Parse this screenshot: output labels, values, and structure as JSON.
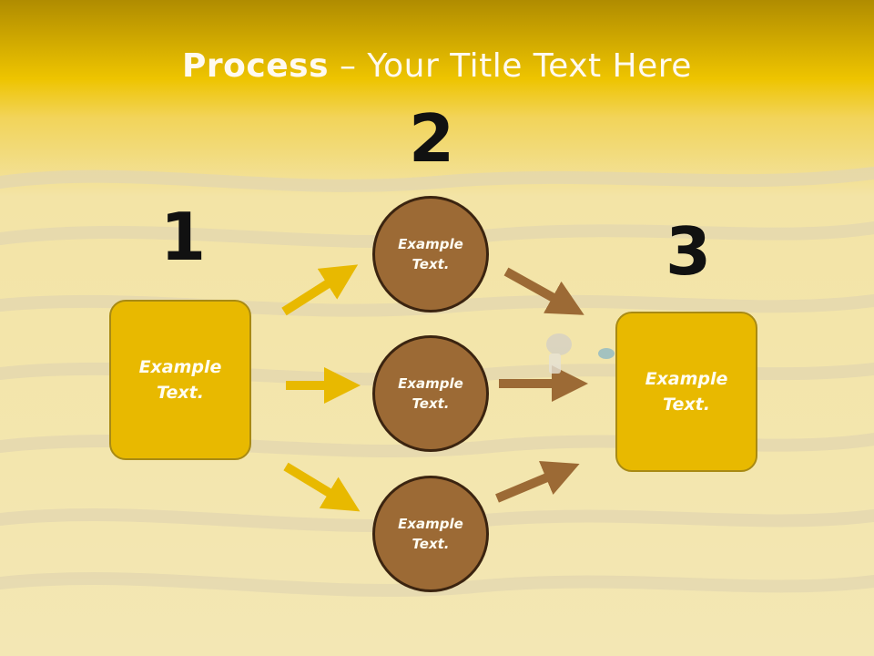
{
  "slide": {
    "title_bold": "Process",
    "title_rest": " – Your Title Text Here",
    "numbers": [
      "1",
      "2",
      "3"
    ],
    "box1_text": "Example\nText.",
    "box3_text": "Example\nText.",
    "circles": [
      "Example\nText.",
      "Example\nText.",
      "Example\nText."
    ]
  },
  "colors": {
    "box_fill": "#e8b900",
    "circle_fill": "#9c6a35",
    "yellow_arrow": "#e8b900",
    "brown_arrow": "#9c6a35"
  }
}
